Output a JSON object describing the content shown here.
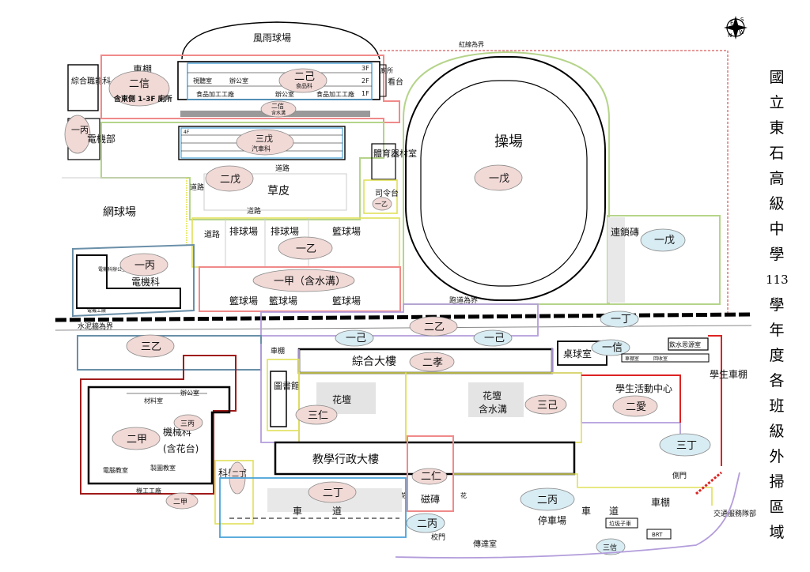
{
  "title_chars": [
    "國",
    "立",
    "東",
    "石",
    "高",
    "級",
    "中",
    "學",
    "113",
    "學",
    "年",
    "度",
    "各",
    "班",
    "級",
    "外",
    "掃",
    "區",
    "域"
  ],
  "compass": {
    "n": "N",
    "s": "S",
    "e": "E",
    "w": "W"
  },
  "labels": {
    "rain_court": "風雨球場",
    "red_line": "紅線為界",
    "shed_top": "車棚",
    "general_dept": "綜合職能科",
    "b_chuan": "二信",
    "b_chuan_note": "含東側 1-3F 廁所",
    "audio_room": "視聽室",
    "office": "辦公室",
    "food_lab1": "食品加工工廠",
    "food_lab2": "食品加工工廠",
    "office2": "辦公室",
    "er_ji": "二己",
    "food_dept": "食品科",
    "toilet": "廁所",
    "stand": "看台",
    "er_xin_ditch": "二信",
    "ditch": "含水溝",
    "yi_bing_top": "一丙",
    "elec_dept": "電機部",
    "san_wu": "三戊",
    "auto_dept": "汽車科",
    "road1": "道路",
    "road2": "道路",
    "road3": "道路",
    "road4": "道路",
    "lawn": "草皮",
    "er_wu": "二戊",
    "sport_equip": "體育器材室",
    "si_ling": "司令台",
    "yi_yi_small": "一乙",
    "tennis": "網球場",
    "volley1": "排球場",
    "volley2": "排球場",
    "basket1": "籃球場",
    "yi_yi": "一乙",
    "yi_bing": "一丙",
    "elec_dept2": "電機科",
    "elec_office": "電機科辦公室",
    "elec_factory": "電機工廠",
    "yi_jia": "一甲（含水溝）",
    "basket2": "籃球場",
    "basket3": "籃球場",
    "basket4": "籃球場",
    "field": "操場",
    "yi_wu_field": "一戊",
    "brick": "連鎖磚",
    "yi_wu": "一戊",
    "runway": "跑道為界",
    "cement": "水泥牆為界",
    "er_yi": "二乙",
    "yi_ji1": "一己",
    "yi_ji2": "一己",
    "yi_ding1": "一丁",
    "san_yi": "三乙",
    "shed2": "車棚",
    "comp_bldg": "綜合大樓",
    "er_xiao": "二孝",
    "table_tennis": "桌球室",
    "yi_xin": "一信",
    "drink_room": "飲水思源室",
    "shed3": "車棚室",
    "recycle": "回收室",
    "library": "圖書館",
    "flower1": "花壇",
    "san_ren": "三仁",
    "flower2": "花壇",
    "ditch2": "含水溝",
    "san_ji": "三己",
    "student_center": "學生活動中心",
    "er_ai": "二愛",
    "student_shed": "學生車棚",
    "san_ding": "三丁",
    "material": "材料室",
    "office3": "辦公室",
    "er_jia": "二甲",
    "mech_dept": "機械科",
    "with_flower": "(含花台)",
    "san_bing": "三丙",
    "computer": "電腦教室",
    "drafting": "製圖教室",
    "mech_factory": "機工工廠",
    "er_jia2": "二甲",
    "science": "科學館",
    "er_ding_small": "二丁",
    "admin": "教學行政大樓",
    "er_ren": "二仁",
    "magnet": "磁磚",
    "flower3": "花",
    "flower4": "花",
    "er_ding": "二丁",
    "er_bing": "二丙",
    "er_bing2": "二丙",
    "road_car": "車",
    "road_dao": "道",
    "road_car2": "車",
    "road_dao2": "道",
    "parking": "停車場",
    "side_gate": "側門",
    "shed4": "車棚",
    "traffic": "交通服務隊部",
    "school_gate": "校門",
    "guard": "傳達室",
    "garbage": "垃圾子車",
    "brt": "BRT",
    "san_xin": "三信",
    "floor4": "4F",
    "floor3": "3F",
    "floor2": "2F",
    "floor1": "1F"
  }
}
